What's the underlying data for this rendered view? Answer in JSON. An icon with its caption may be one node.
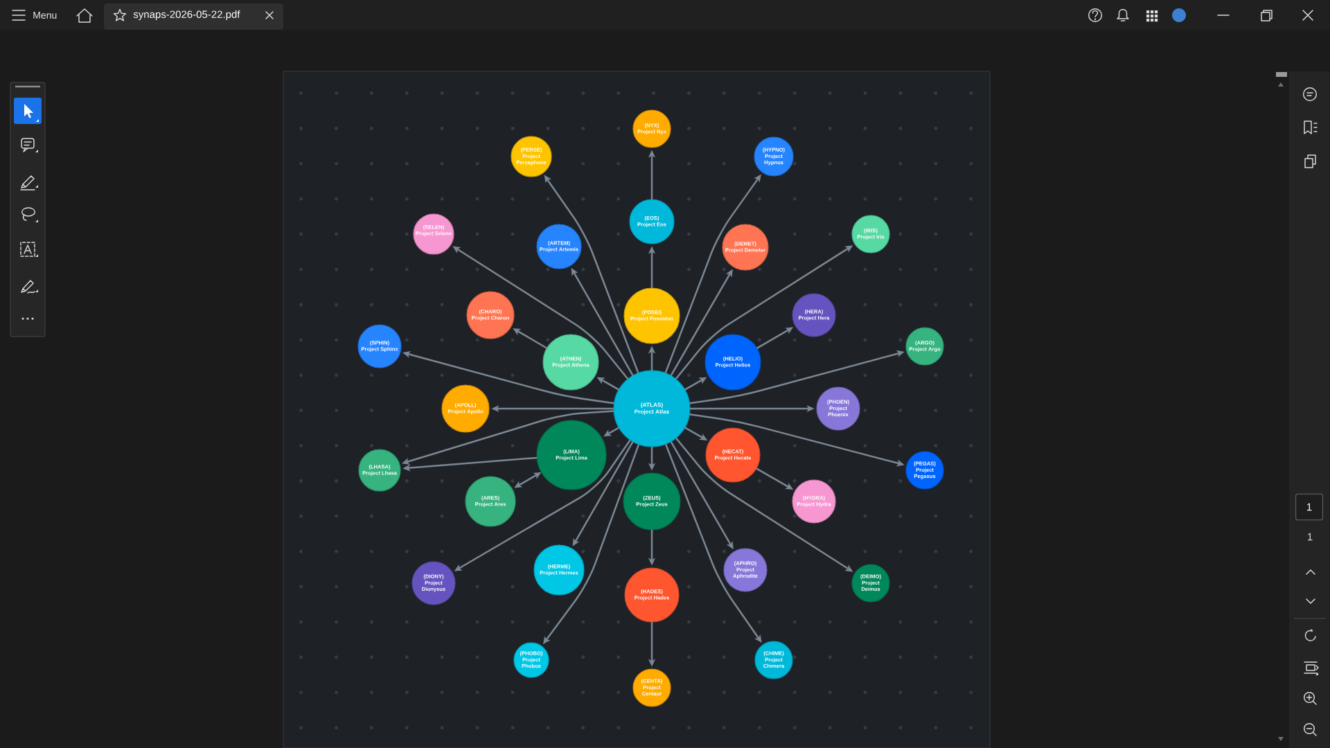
{
  "diagram": {
    "nodes": [
      {
        "text": [
          "(NYX)",
          "Project Nyx"
        ]
      },
      {
        "text": [
          "(PERSE)",
          "Project Persephone"
        ]
      },
      {
        "text": [
          "(HYPNO)",
          "Project Hypnos"
        ]
      },
      {
        "text": [
          "(EOS)",
          "Project Eos"
        ]
      },
      {
        "text": [
          "(SELEN)",
          "Project Selene"
        ]
      },
      {
        "text": [
          "(IRIS)",
          "Project Iris"
        ]
      },
      {
        "text": [
          "(ARTEM)",
          "Project Artemis"
        ]
      },
      {
        "text": [
          "(DEMET)",
          "Project Demeter"
        ]
      },
      {
        "text": [
          "(CHARO)",
          "Project Charon"
        ]
      },
      {
        "text": [
          "(POSEI)",
          "Project Poseidon"
        ]
      },
      {
        "text": [
          "(HERA)",
          "Project Hera"
        ]
      },
      {
        "text": [
          "(SPHIN)",
          "Project Sphinx"
        ]
      },
      {
        "text": [
          "(ARGO)",
          "Project Argo"
        ]
      },
      {
        "text": [
          "(ATHEN)",
          "Project Athena"
        ]
      },
      {
        "text": [
          "(HELIO)",
          "Project Helios"
        ]
      },
      {
        "text": [
          "(APOLL)",
          "Project Apollo"
        ]
      },
      {
        "text": [
          "(ATLAS)",
          "Project Atlas"
        ]
      },
      {
        "text": [
          "(PHOEN)",
          "Project Phoenix"
        ]
      },
      {
        "text": [
          "(LIMA)",
          "Project Lima"
        ]
      },
      {
        "text": [
          "(HECAT)",
          "Project Hecate"
        ]
      },
      {
        "text": [
          "(LHASA)",
          "Project Lhasa"
        ]
      },
      {
        "text": [
          "(PEGAS)",
          "Project Pegasus"
        ]
      },
      {
        "text": [
          "(ARES)",
          "Project Ares"
        ]
      },
      {
        "text": [
          "(ZEUS)",
          "Project Zeus"
        ]
      },
      {
        "text": [
          "(HYDRA)",
          "Project Hydra"
        ]
      },
      {
        "text": [
          "(HERME)",
          "Project Hermes"
        ]
      },
      {
        "text": [
          "(APHRO)",
          "Project Aphrodite"
        ]
      },
      {
        "text": [
          "(DIONY)",
          "Project Dionysus"
        ]
      },
      {
        "text": [
          "(DEIMO)",
          "Project Deimos"
        ]
      },
      {
        "text": [
          "(HADES)",
          "Project Hades"
        ]
      },
      {
        "text": [
          "(PHOBO)",
          "Project Phobos"
        ]
      },
      {
        "text": [
          "(CHIME)",
          "Project Chimera"
        ]
      },
      {
        "text": [
          "(CENTA)",
          "Project Centaur"
        ]
      }
    ],
    "edges": [
      {
        "from": 16,
        "to": 9,
        "arrow": "to"
      },
      {
        "from": 9,
        "to": 3,
        "arrow": "to"
      },
      {
        "from": 3,
        "to": 0,
        "arrow": "to"
      },
      {
        "from": 16,
        "to": 6,
        "arrow": "to"
      },
      {
        "from": 16,
        "to": 1,
        "arrow": "to"
      },
      {
        "from": 16,
        "to": 7,
        "arrow": "to"
      },
      {
        "from": 16,
        "to": 2,
        "arrow": "to"
      },
      {
        "from": 16,
        "to": 13,
        "arrow": "to"
      },
      {
        "from": 13,
        "to": 8,
        "arrow": "to"
      },
      {
        "from": 16,
        "to": 4,
        "arrow": "to"
      },
      {
        "from": 16,
        "to": 14,
        "arrow": "to"
      },
      {
        "from": 14,
        "to": 10,
        "arrow": "to"
      },
      {
        "from": 16,
        "to": 5,
        "arrow": "to"
      },
      {
        "from": 16,
        "to": 11,
        "arrow": "to"
      },
      {
        "from": 16,
        "to": 12,
        "arrow": "to"
      },
      {
        "from": 16,
        "to": 15,
        "arrow": "to"
      },
      {
        "from": 16,
        "to": 17,
        "arrow": "to"
      },
      {
        "from": 16,
        "to": 18,
        "arrow": "to"
      },
      {
        "from": 16,
        "to": 20,
        "arrow": "to"
      },
      {
        "from": 18,
        "to": 20,
        "arrow": "to"
      },
      {
        "from": 18,
        "to": 22,
        "arrow": "both"
      },
      {
        "from": 16,
        "to": 27,
        "arrow": "to"
      },
      {
        "from": 16,
        "to": 19,
        "arrow": "to"
      },
      {
        "from": 16,
        "to": 21,
        "arrow": "to"
      },
      {
        "from": 19,
        "to": 24,
        "arrow": "to"
      },
      {
        "from": 16,
        "to": 28,
        "arrow": "to"
      },
      {
        "from": 16,
        "to": 23,
        "arrow": "to"
      },
      {
        "from": 23,
        "to": 29,
        "arrow": "to"
      },
      {
        "from": 29,
        "to": 32,
        "arrow": "to"
      },
      {
        "from": 16,
        "to": 25,
        "arrow": "to"
      },
      {
        "from": 16,
        "to": 30,
        "arrow": "to"
      },
      {
        "from": 16,
        "to": 26,
        "arrow": "to"
      },
      {
        "from": 16,
        "to": 31,
        "arrow": "to"
      }
    ],
    "labels": [
      "Menu",
      "synaps-2026-05-22.pdf",
      "1",
      "1"
    ]
  }
}
